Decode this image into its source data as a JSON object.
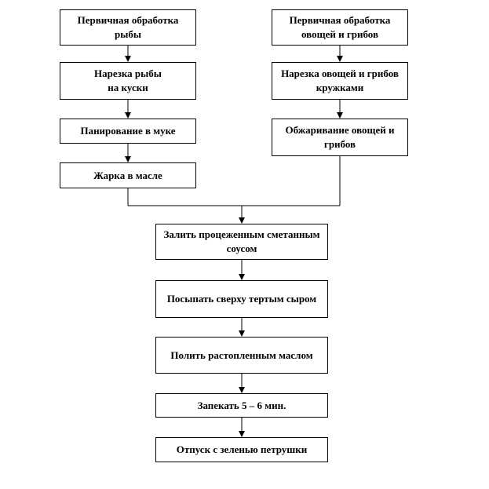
{
  "steps": {
    "fish_primary": "Первичная обработка рыбы",
    "fish_cut_line1": "Нарезка рыбы",
    "fish_cut_line2": "на куски",
    "breading": "Панирование в муке",
    "frying": "Жарка в масле",
    "veg_primary": "Первичная обработка овощей и грибов",
    "veg_cut": "Нарезка овощей и грибов кружками",
    "veg_fry": "Обжаривание овощей и грибов",
    "sauce": "Залить процеженным сметанным соусом",
    "cheese": "Посыпать сверху тертым сыром",
    "butter": "Полить растопленным маслом",
    "bake": "Запекать 5 – 6 мин.",
    "serve": "Отпуск с зеленью петрушки"
  }
}
